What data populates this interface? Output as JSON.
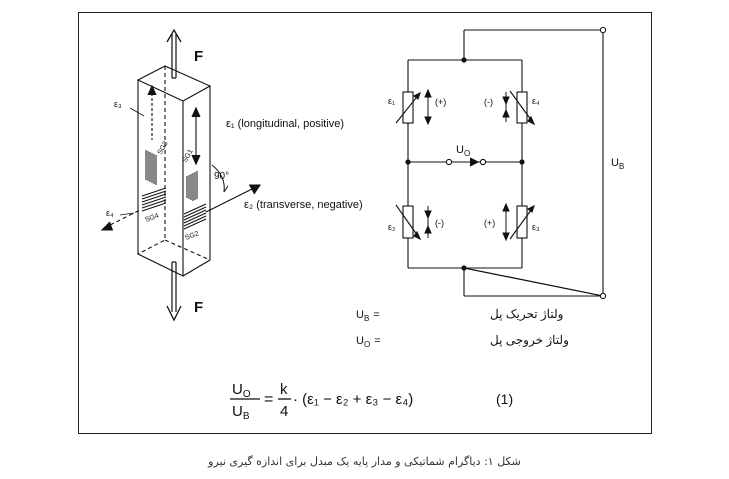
{
  "labels": {
    "force_top": "F",
    "force_bottom": "F",
    "eps1": "ε₁ (longitudinal, positive)",
    "eps2": "ε₂ (transverse, negative)",
    "eps3": "ε₃",
    "eps4": "ε₄",
    "angle": "90°",
    "sg1": "SG1",
    "sg2": "SG2",
    "sg3": "SG3",
    "sg4": "SG4"
  },
  "bridge": {
    "r1_label": "ε₁",
    "r1_sign": "(+)",
    "r2_label": "ε₂",
    "r2_sign": "(-)",
    "r3_label": "ε₃",
    "r3_sign": "(+)",
    "r4_label": "ε₄",
    "r4_sign": "(-)",
    "uo": "U",
    "uo_sub": "O",
    "ub": "U",
    "ub_sub": "B"
  },
  "legend": {
    "ub_term": "U",
    "ub_sub": "B",
    "ub_eq": "=",
    "ub_text": "ولتاژ تحریک پل",
    "uo_term": "U",
    "uo_sub": "O",
    "uo_eq": "=",
    "uo_text": "ولتاژ خروجی پل"
  },
  "formula": {
    "num": "U",
    "num_sub": "O",
    "den": "U",
    "den_sub": "B",
    "eq": "=",
    "k": "k",
    "four": "4",
    "rhs": "· (ε₁ − ε₂ + ε₃ − ε₄)",
    "number": "(1)"
  },
  "caption": "شکل ۱: دیاگرام شماتیکی و مدار پایه یک مبدل برای اندازه گیری نیرو"
}
